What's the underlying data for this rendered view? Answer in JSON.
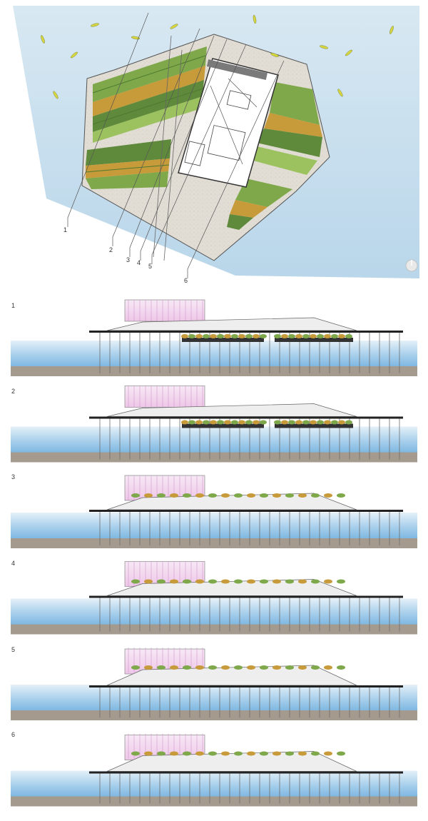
{
  "plan": {
    "labels": [
      "1",
      "2",
      "3",
      "4",
      "5",
      "6"
    ]
  },
  "sections": [
    {
      "number": "1"
    },
    {
      "number": "2"
    },
    {
      "number": "3"
    },
    {
      "number": "4"
    },
    {
      "number": "5"
    },
    {
      "number": "6"
    }
  ],
  "colors": {
    "water": "#cfe4f2",
    "water_deep": "#8fc1e6",
    "soil": "#a49a8e",
    "deck": "#ddd8cf",
    "field_dark": "#5f8a3c",
    "field_mid": "#7ea84a",
    "field_light": "#9cc25f",
    "field_orange": "#c79a3a",
    "greenhouse": "#e7b7e0",
    "line": "#333333"
  },
  "icons": [
    "compass-icon",
    "kayak-icon"
  ]
}
